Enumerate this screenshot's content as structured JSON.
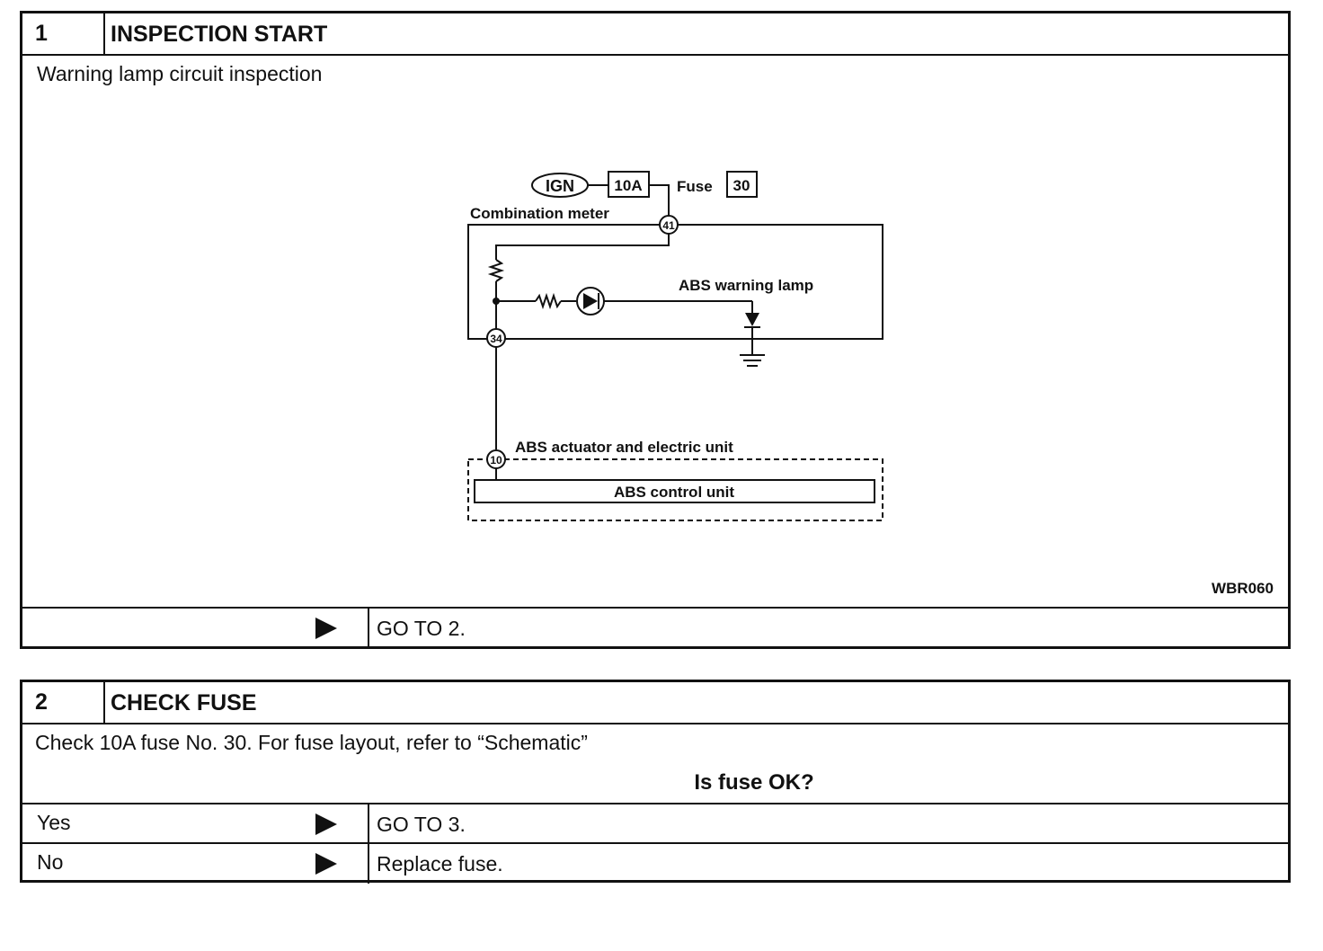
{
  "step1": {
    "number": "1",
    "title": "INSPECTION START",
    "description": "Warning lamp circuit inspection",
    "diagram": {
      "ign": "IGN",
      "fuse_rating": "10A",
      "fuse_label": "Fuse",
      "fuse_number": "30",
      "combination_meter": "Combination meter",
      "terminal_41": "41",
      "terminal_34": "34",
      "terminal_10": "10",
      "abs_warning_lamp": "ABS warning lamp",
      "abs_actuator": "ABS actuator and electric unit",
      "abs_control_unit": "ABS control unit",
      "figure_code": "WBR060"
    },
    "result": "GO TO 2."
  },
  "step2": {
    "number": "2",
    "title": "CHECK FUSE",
    "description": "Check 10A fuse No. 30. For fuse layout, refer to “Schematic”",
    "question": "Is fuse OK?",
    "rows": [
      {
        "answer": "Yes",
        "action": "GO TO 3."
      },
      {
        "answer": "No",
        "action": "Replace fuse."
      }
    ]
  }
}
